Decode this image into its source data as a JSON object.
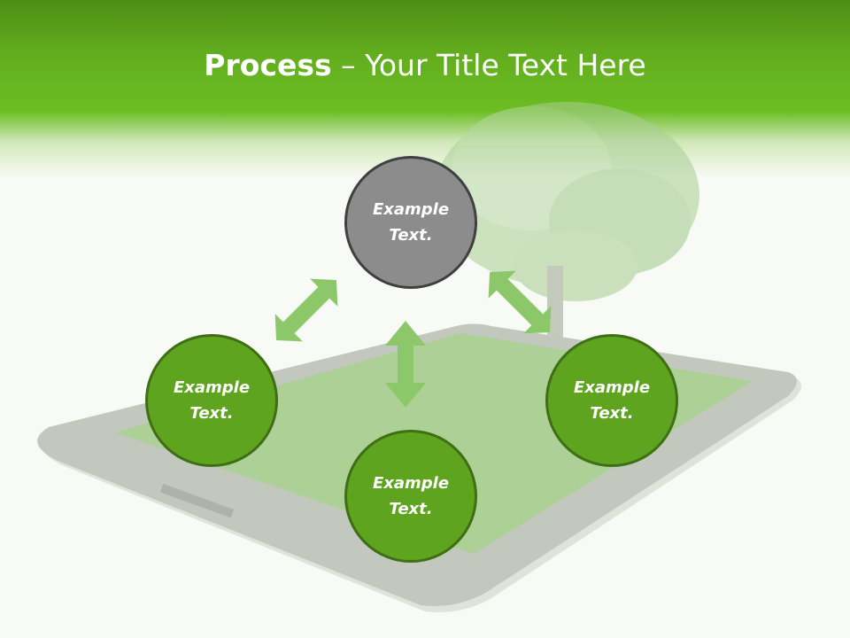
{
  "slide": {
    "title_bold": "Process",
    "title_rest": " – Your Title Text Here"
  },
  "nodes": {
    "top": {
      "line1": "Example",
      "line2": "Text."
    },
    "left": {
      "line1": "Example",
      "line2": "Text."
    },
    "right": {
      "line1": "Example",
      "line2": "Text."
    },
    "bottom": {
      "line1": "Example",
      "line2": "Text."
    }
  },
  "colors": {
    "header_green": "#62ad1e",
    "node_green": "#5fa41f",
    "node_gray": "#8c8c8c",
    "arrow_green": "#8cc86a"
  }
}
